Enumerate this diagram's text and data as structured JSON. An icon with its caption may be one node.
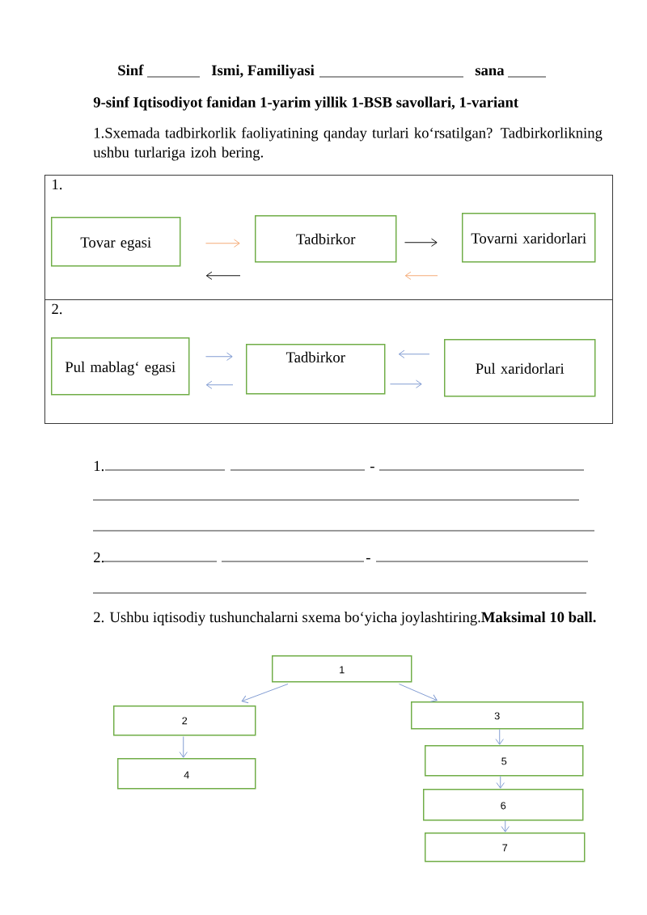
{
  "diagram": {
    "title": "9-sinf Iqtisodiyot fanidan 1-yarim yillik 1-BSB savollari, 1-variant",
    "nodes": [
      {
        "text": [
          "1."
        ]
      },
      {
        "text": [
          "Tovar egasi"
        ],
        "in": 0
      },
      {
        "text": [
          "Tadbirkor"
        ],
        "in": 0
      },
      {
        "text": [
          "Tovarni xaridorlari"
        ],
        "in": 0
      },
      {
        "text": [
          "2."
        ]
      },
      {
        "text": [
          "Pul mablag‘ egasi"
        ],
        "in": 4
      },
      {
        "text": [
          "Tadbirkor"
        ],
        "in": 4
      },
      {
        "text": [
          "Pul xaridorlari"
        ],
        "in": 4
      },
      {
        "text": [
          "1"
        ]
      },
      {
        "text": [
          "2"
        ]
      },
      {
        "text": [
          "3"
        ]
      },
      {
        "text": [
          "4"
        ]
      },
      {
        "text": [
          "5"
        ]
      },
      {
        "text": [
          "6"
        ]
      },
      {
        "text": [
          "7"
        ]
      }
    ],
    "edges": [
      {
        "from": 1,
        "to": 2,
        "arrow": "to",
        "color": "#f4a66e"
      },
      {
        "from": 2,
        "to": 1,
        "arrow": "to",
        "color": "#000000"
      },
      {
        "from": 2,
        "to": 3,
        "arrow": "to",
        "color": "#000000"
      },
      {
        "from": 3,
        "to": 2,
        "arrow": "to",
        "color": "#f4a66e"
      },
      {
        "from": 5,
        "to": 6,
        "arrow": "to"
      },
      {
        "from": 6,
        "to": 5,
        "arrow": "to"
      },
      {
        "from": 7,
        "to": 6,
        "arrow": "to"
      },
      {
        "from": 6,
        "to": 7,
        "arrow": "to"
      },
      {
        "from": 8,
        "to": 9,
        "arrow": "to"
      },
      {
        "from": 8,
        "to": 10,
        "arrow": "to"
      },
      {
        "from": 9,
        "to": 11,
        "arrow": "to"
      },
      {
        "from": 10,
        "to": 12,
        "arrow": "to"
      },
      {
        "from": 12,
        "to": 13,
        "arrow": "to"
      },
      {
        "from": 13,
        "to": 14,
        "arrow": "to"
      }
    ],
    "labels": [
      "Sinf",
      "Ismi, Familiyasi",
      "sana",
      "1.Sxemada tadbirkorlik faoliyatining qanday turlari ko‘rsatilgan? Tadbirkorlikning ushbu turlariga izoh bering.",
      "1.",
      "-",
      "2.",
      "-",
      "2. Ushbu iqtisodiy tushunchalarni sxema bo‘yicha joylashtiring.**Maksimal 10 ball.**"
    ]
  }
}
